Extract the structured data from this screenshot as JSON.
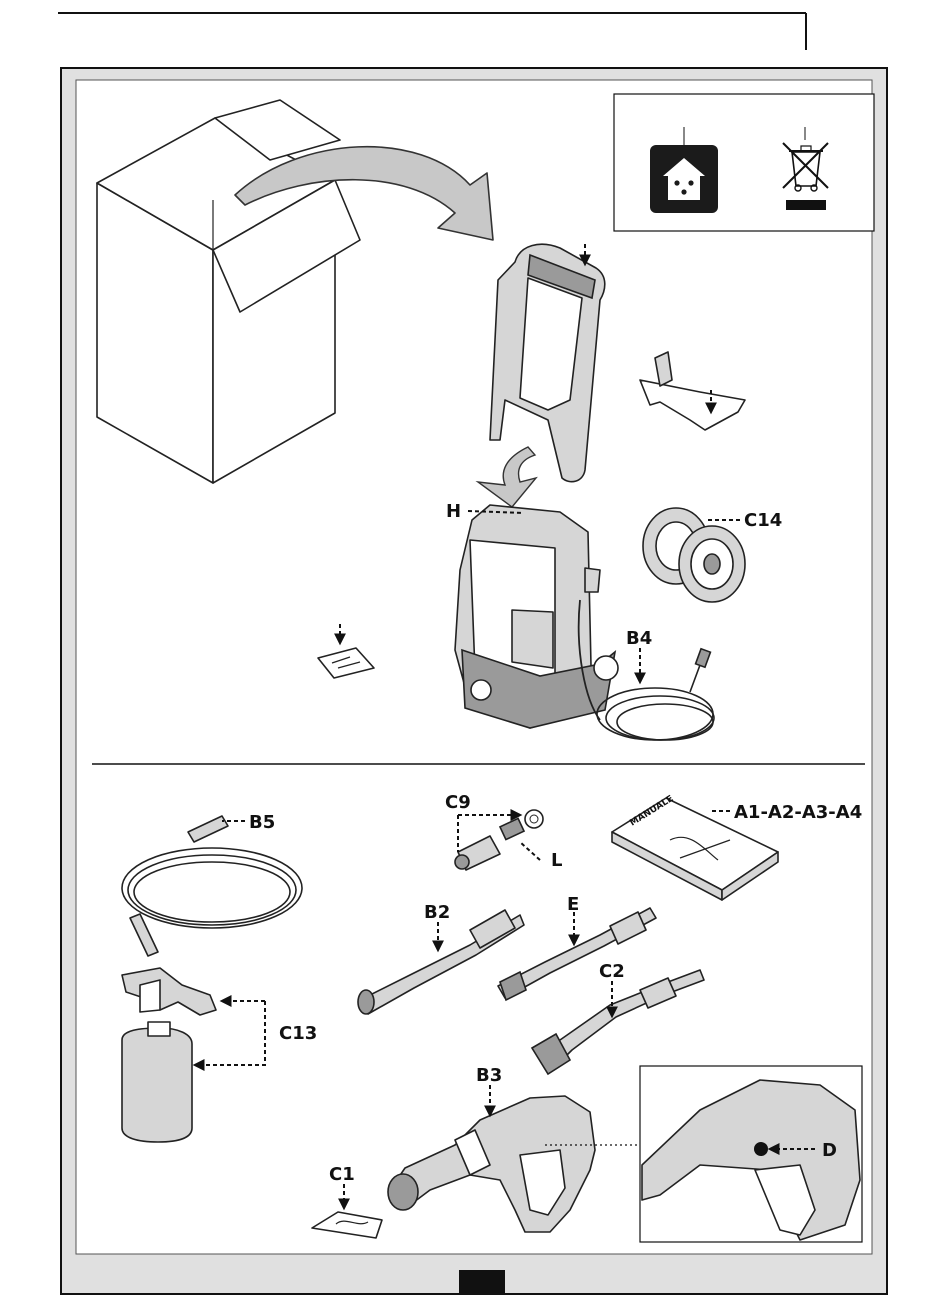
{
  "labels": {
    "H": "H",
    "C14": "C14",
    "B4": "B4",
    "B5": "B5",
    "C9": "C9",
    "L": "L",
    "A": "A1-A2-A3-A4",
    "B2": "B2",
    "E": "E",
    "C2": "C2",
    "C13": "C13",
    "B3": "B3",
    "D": "D",
    "C1": "C1"
  },
  "manual_cover_text": "MANUALE",
  "icons": [
    "indoor-use-house-icon",
    "weee-crossed-bin-icon"
  ],
  "colors": {
    "frame_bg": "#e0e0e0",
    "panel_bg": "#ffffff",
    "ink": "#111111",
    "tab": "#111111"
  }
}
